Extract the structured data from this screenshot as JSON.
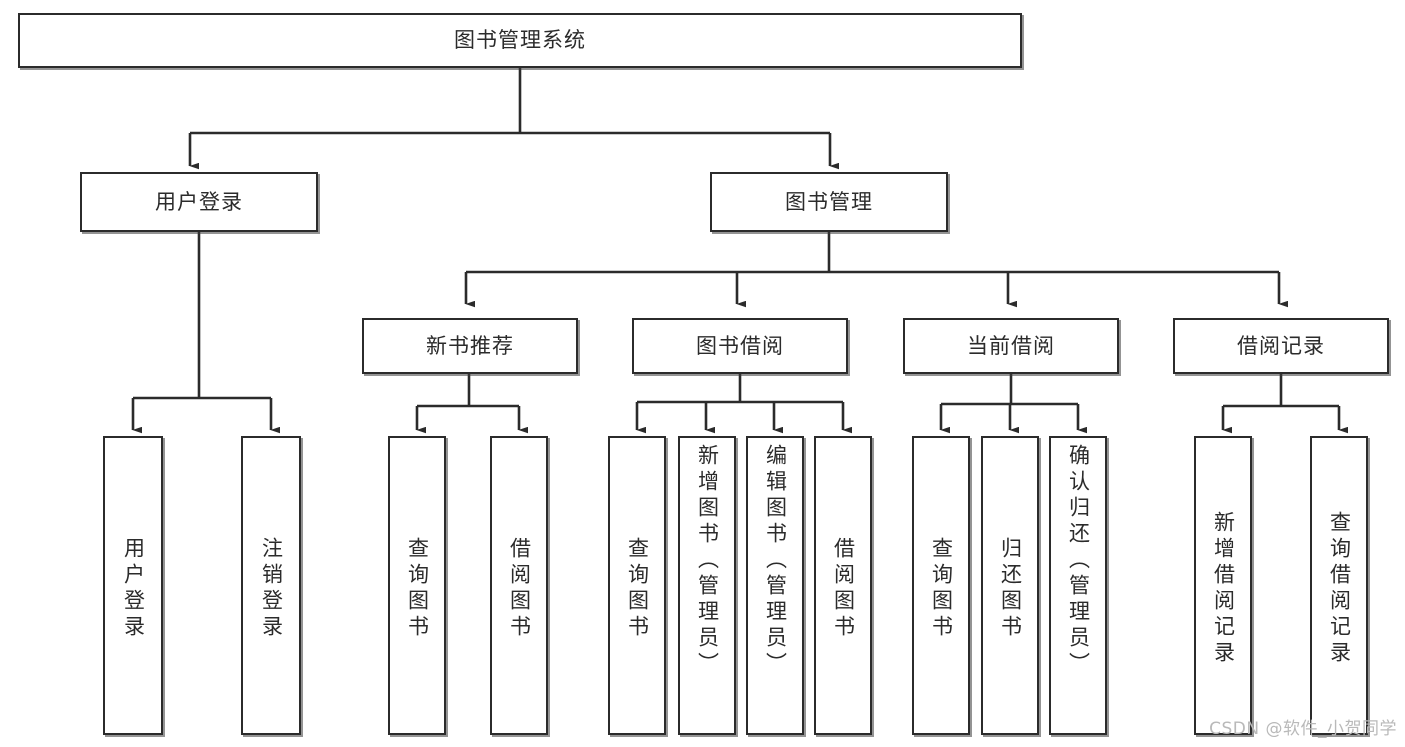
{
  "diagram": {
    "title": "图书管理系统",
    "watermark": "CSDN @软件_小贺同学",
    "colors": {
      "stroke": "#2b2b2b",
      "fill": "#ffffff",
      "text": "#2b2b2b",
      "watermark": "#b9b9b9"
    },
    "levels": {
      "root": {
        "id": "root",
        "label": "图书管理系统"
      },
      "level2": [
        {
          "id": "user-login",
          "label": "用户登录"
        },
        {
          "id": "book-management",
          "label": "图书管理"
        }
      ],
      "level3": [
        {
          "id": "new-book-recommend",
          "label": "新书推荐",
          "parent": "book-management"
        },
        {
          "id": "book-borrow",
          "label": "图书借阅",
          "parent": "book-management"
        },
        {
          "id": "current-borrow",
          "label": "当前借阅",
          "parent": "book-management"
        },
        {
          "id": "borrow-record",
          "label": "借阅记录",
          "parent": "book-management"
        }
      ],
      "leaves": [
        {
          "id": "leaf-user-login",
          "label": "用户登录",
          "parent": "user-login"
        },
        {
          "id": "leaf-logout",
          "label": "注销登录",
          "parent": "user-login"
        },
        {
          "id": "leaf-query-book-rec",
          "label": "查询图书",
          "parent": "new-book-recommend"
        },
        {
          "id": "leaf-borrow-book-rec",
          "label": "借阅图书",
          "parent": "new-book-recommend"
        },
        {
          "id": "leaf-query-book-borrow",
          "label": "查询图书",
          "parent": "book-borrow"
        },
        {
          "id": "leaf-add-book",
          "label": "新增图书（管理员）",
          "parent": "book-borrow"
        },
        {
          "id": "leaf-edit-book",
          "label": "编辑图书（管理员）",
          "parent": "book-borrow"
        },
        {
          "id": "leaf-borrow-book",
          "label": "借阅图书",
          "parent": "book-borrow"
        },
        {
          "id": "leaf-query-book-current",
          "label": "查询图书",
          "parent": "current-borrow"
        },
        {
          "id": "leaf-return-book",
          "label": "归还图书",
          "parent": "current-borrow"
        },
        {
          "id": "leaf-confirm-return",
          "label": "确认归还（管理员）",
          "parent": "current-borrow"
        },
        {
          "id": "leaf-add-record",
          "label": "新增借阅记录",
          "parent": "borrow-record"
        },
        {
          "id": "leaf-query-record",
          "label": "查询借阅记录",
          "parent": "borrow-record"
        }
      ]
    }
  }
}
